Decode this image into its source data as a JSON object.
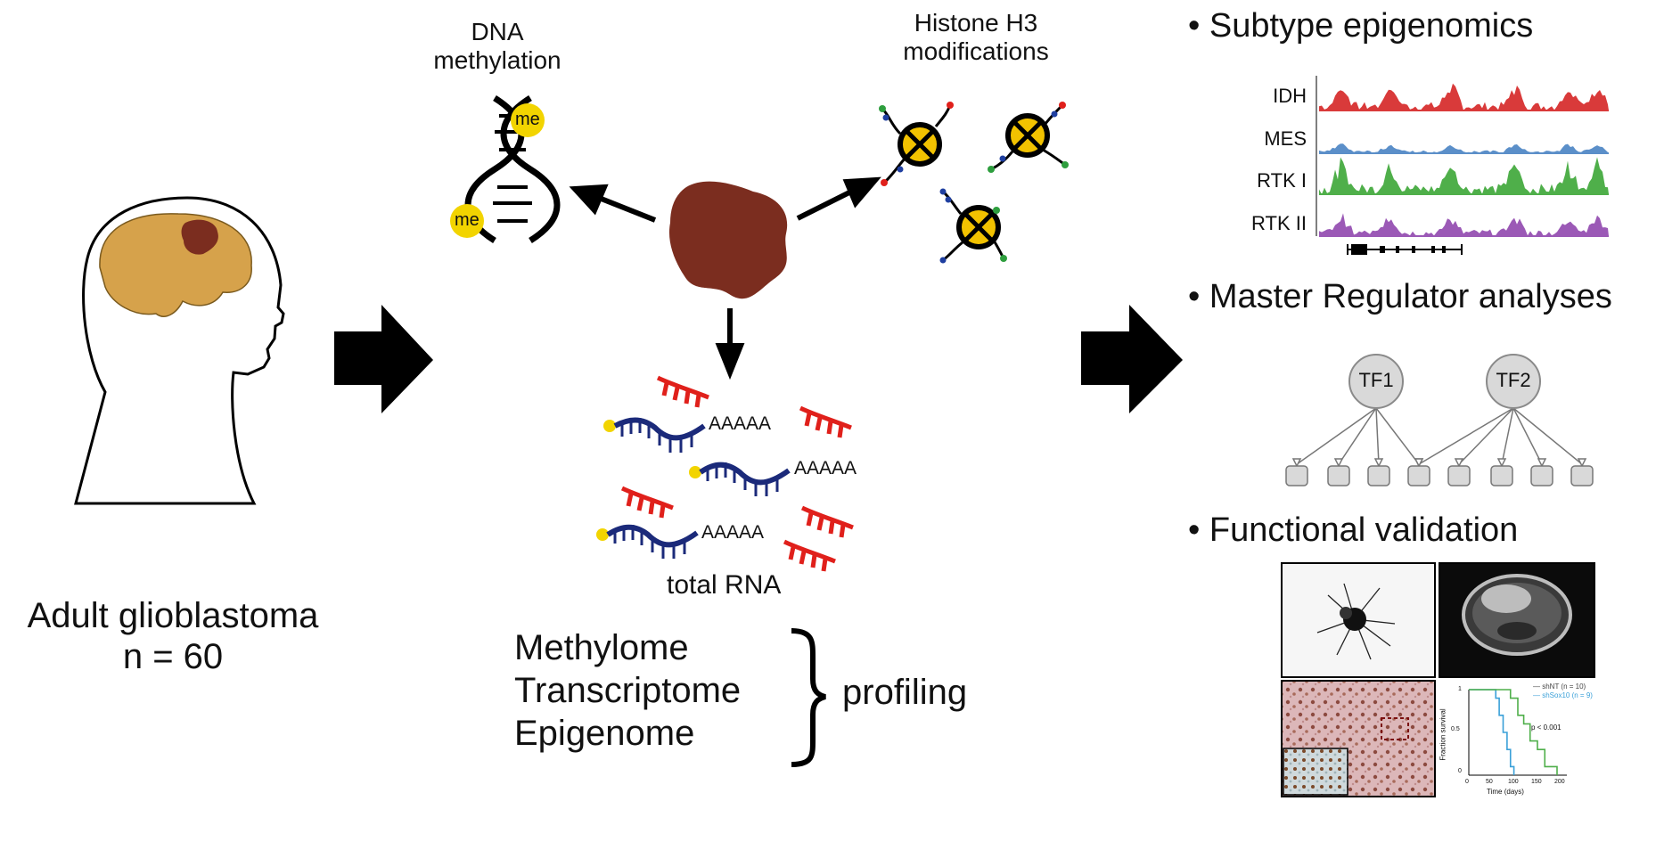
{
  "colors": {
    "brain": "#d6a24b",
    "tumor": "#7b2d1f",
    "idh": "#d93a3a",
    "mes": "#5b8fc9",
    "rtk1": "#4faf4a",
    "rtk2": "#9b59b6",
    "rna_blue": "#1b2a7a",
    "rna_red": "#e0201b",
    "me_yellow": "#f2d400",
    "arrow": "#000000"
  },
  "patient": {
    "title": "Adult glioblastoma",
    "count": "n = 60"
  },
  "dna": {
    "title_line1": "DNA",
    "title_line2": "methylation",
    "me_label": "me"
  },
  "histone": {
    "title_line1": "Histone H3",
    "title_line2": "modifications"
  },
  "rna": {
    "polyA": "AAAAA",
    "label": "total RNA"
  },
  "profiling": {
    "items": [
      "Methylome",
      "Transcriptome",
      "Epigenome"
    ],
    "label": "profiling"
  },
  "right": {
    "bullets": [
      "Subtype epigenomics",
      "Master Regulator analyses",
      "Functional validation"
    ],
    "tracks": [
      "IDH",
      "MES",
      "RTK I",
      "RTK II"
    ],
    "tf_labels": [
      "TF1",
      "TF2"
    ],
    "km": {
      "legend": [
        "shNT (n = 10)",
        "shSox10 (n = 9)"
      ],
      "pvalue": "p < 0.001",
      "xlabel": "Time (days)",
      "ylabel": "Fraction survival",
      "xticks": [
        "0",
        "50",
        "100",
        "150",
        "200"
      ],
      "yticks": [
        "0",
        "0.5",
        "1"
      ]
    }
  }
}
